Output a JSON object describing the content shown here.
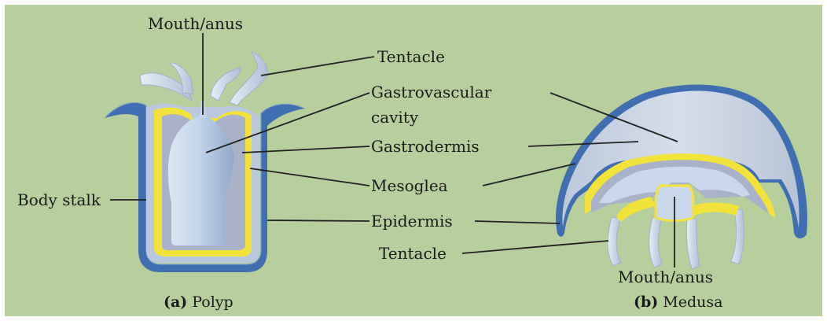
{
  "labels": {
    "mouth_anus_top": "Mouth/anus",
    "tentacle_top": "Tentacle",
    "gastrovascular_1": "Gastrovascular",
    "gastrovascular_2": "cavity",
    "gastrodermis": "Gastrodermis",
    "mesoglea": "Mesoglea",
    "body_stalk": "Body stalk",
    "epidermis": "Epidermis",
    "tentacle_bottom": "Tentacle",
    "mouth_anus_bottom": "Mouth/anus"
  },
  "captions": {
    "polyp_letter": "(a)",
    "polyp_name": "Polyp",
    "medusa_letter": "(b)",
    "medusa_name": "Medusa"
  },
  "colors": {
    "background": "#b7cf9c",
    "epidermis": "#3f6fb0",
    "mesoglea": "#f2e23a",
    "gastrodermis": "#a9b2c9",
    "cavity": "#bfd3ea",
    "tentacle": "#d3e0ee"
  }
}
